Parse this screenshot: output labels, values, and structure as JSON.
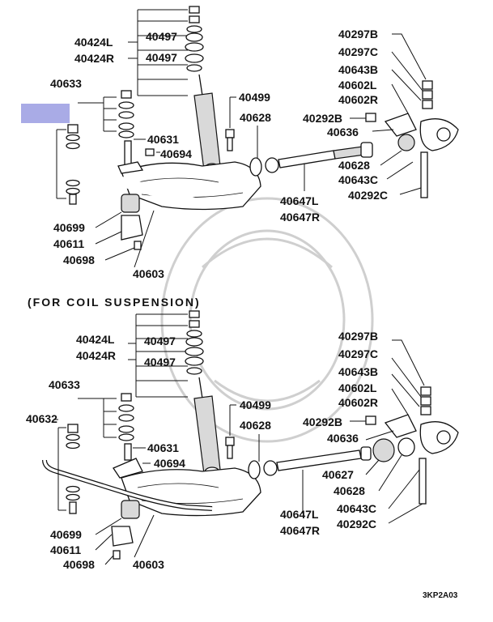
{
  "section_label": "(FOR COIL SUSPENSION)",
  "drawing_code": "3KP2A03",
  "highlight_color": "#a9abe6",
  "upper": {
    "l40424L": "40424L",
    "l40424R": "40424R",
    "l40497a": "40497",
    "l40497b": "40497",
    "l40633": "40633",
    "l40631": "40631",
    "l40694": "40694",
    "l40499": "40499",
    "l40628a": "40628",
    "l40699": "40699",
    "l40611": "40611",
    "l40698": "40698",
    "l40603": "40603",
    "l40647L": "40647L",
    "l40647R": "40647R",
    "l40297B": "40297B",
    "l40297C": "40297C",
    "l40643B": "40643B",
    "l40602L": "40602L",
    "l40602R": "40602R",
    "l40292B": "40292B",
    "l40636": "40636",
    "l40628b": "40628",
    "l40643C": "40643C",
    "l40292C": "40292C"
  },
  "lower": {
    "l40424L": "40424L",
    "l40424R": "40424R",
    "l40497a": "40497",
    "l40497b": "40497",
    "l40633": "40633",
    "l40632": "40632",
    "l40631": "40631",
    "l40694": "40694",
    "l40499": "40499",
    "l40628a": "40628",
    "l40699": "40699",
    "l40611": "40611",
    "l40698": "40698",
    "l40603": "40603",
    "l40647L": "40647L",
    "l40647R": "40647R",
    "l40297B": "40297B",
    "l40297C": "40297C",
    "l40643B": "40643B",
    "l40602L": "40602L",
    "l40602R": "40602R",
    "l40292B": "40292B",
    "l40636": "40636",
    "l40627": "40627",
    "l40628b": "40628",
    "l40643C": "40643C",
    "l40292C": "40292C"
  }
}
